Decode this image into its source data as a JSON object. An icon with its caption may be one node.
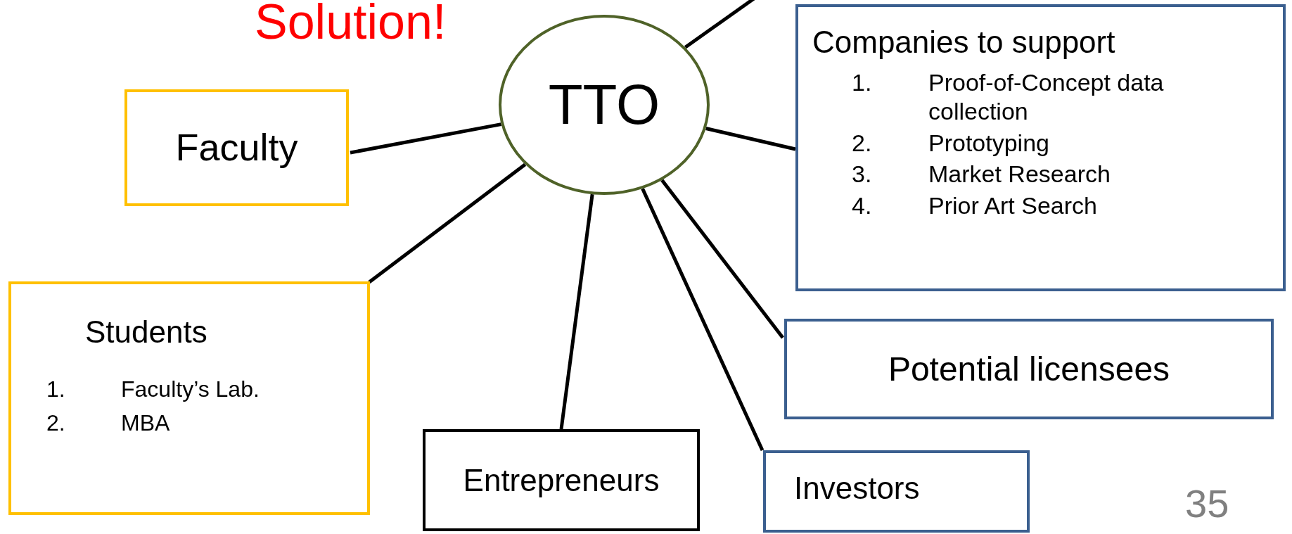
{
  "diagram": {
    "nodes": [
      {
        "text": [
          "TTO"
        ]
      },
      {
        "text": [
          "Faculty"
        ]
      },
      {
        "text": [
          "Companies to support",
          "1. Proof-of-Concept data collection",
          "2. Prototyping",
          "3. Market Research",
          "4. Prior Art Search"
        ]
      },
      {
        "text": [
          "Students",
          "1. Faculty’s Lab.",
          "2. MBA"
        ]
      },
      {
        "text": [
          "Potential licensees"
        ]
      },
      {
        "text": [
          "Entrepreneurs"
        ]
      },
      {
        "text": [
          "Investors"
        ]
      }
    ],
    "edges": [
      {
        "from": 0,
        "to": null,
        "arrow": "none"
      },
      {
        "from": 0,
        "to": 1,
        "arrow": "none"
      },
      {
        "from": 0,
        "to": 2,
        "arrow": "none"
      },
      {
        "from": 0,
        "to": 3,
        "arrow": "none"
      },
      {
        "from": 0,
        "to": 4,
        "arrow": "none"
      },
      {
        "from": 0,
        "to": 5,
        "arrow": "none"
      },
      {
        "from": 0,
        "to": 6,
        "arrow": "none"
      }
    ],
    "labels": [
      "Solution!",
      "35"
    ]
  }
}
